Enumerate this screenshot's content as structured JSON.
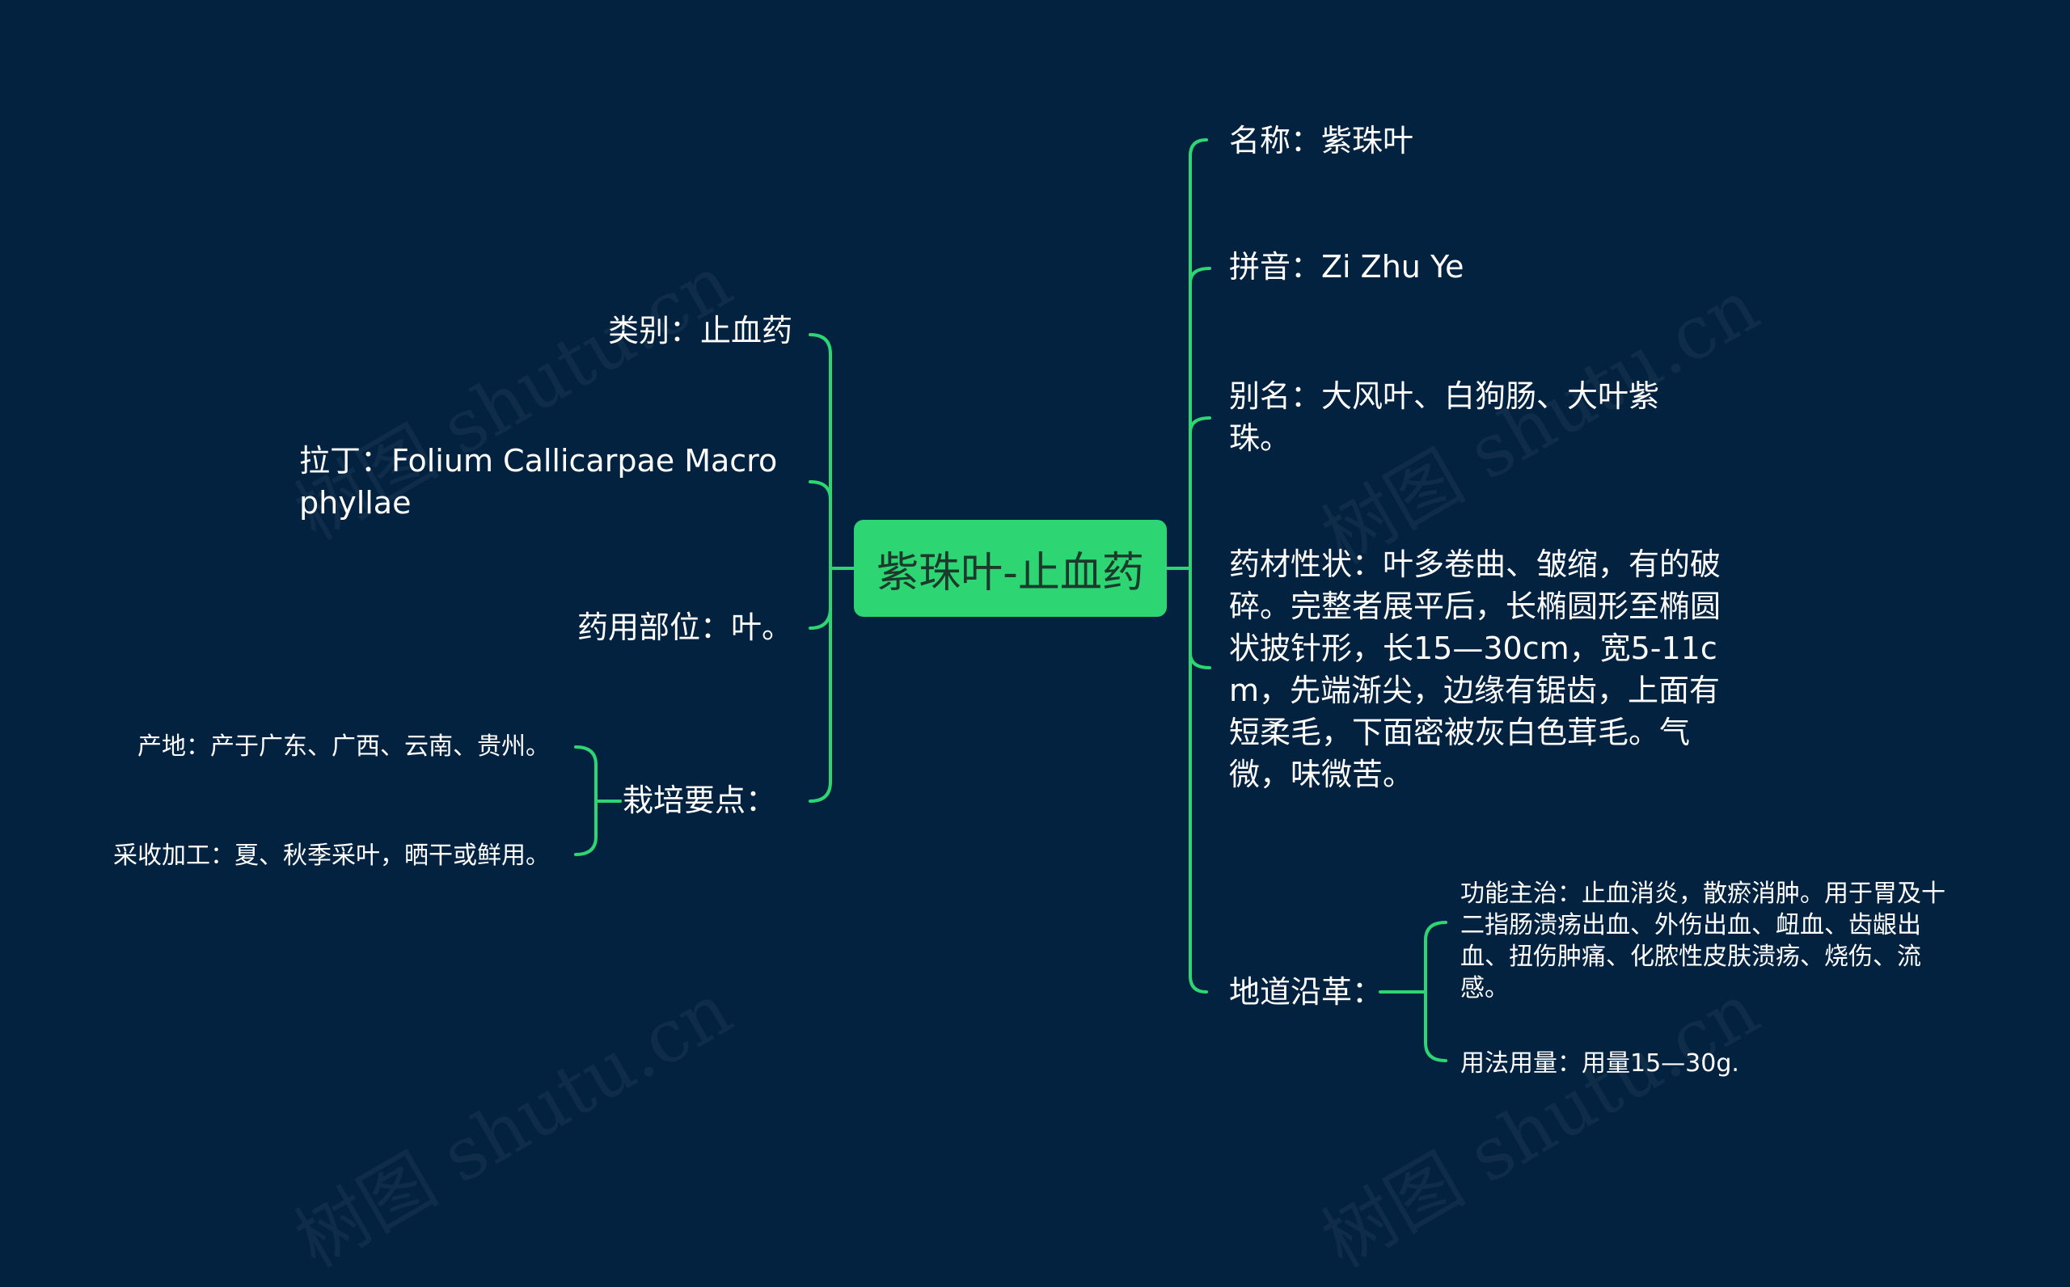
{
  "theme": {
    "background": "#032240",
    "line": "#2ed573",
    "root_bg": "#2ed573",
    "root_text": "#1c3a2c",
    "text": "#ffffff"
  },
  "root": {
    "label": "紫珠叶-止血药"
  },
  "left": {
    "category": "类别：止血药",
    "latin": "拉丁：Folium Callicarpae Macrophyllae",
    "part": "药用部位：叶。",
    "cultivation": {
      "label": "栽培要点：",
      "origin": "产地：产于广东、广西、云南、贵州。",
      "processing": "采收加工：夏、秋季采叶，晒干或鲜用。"
    }
  },
  "right": {
    "name": "名称：紫珠叶",
    "pinyin": "拼音：Zi Zhu Ye",
    "alias": "别名：大风叶、白狗肠、大叶紫珠。",
    "description": "药材性状：叶多卷曲、皱缩，有的破碎。完整者展平后，长椭圆形至椭圆状披针形，长15—30cm，宽5-11cm，先端渐尖，边缘有锯齿，上面有短柔毛，下面密被灰白色茸毛。气微，味微苦。",
    "region": {
      "label": "地道沿革：",
      "function": "功能主治：止血消炎，散瘀消肿。用于胃及十二指肠溃疡出血、外伤出血、衄血、齿龈出血、扭伤肿痛、化脓性皮肤溃疡、烧伤、流感。",
      "dosage": "用法用量：用量15—30g."
    }
  }
}
